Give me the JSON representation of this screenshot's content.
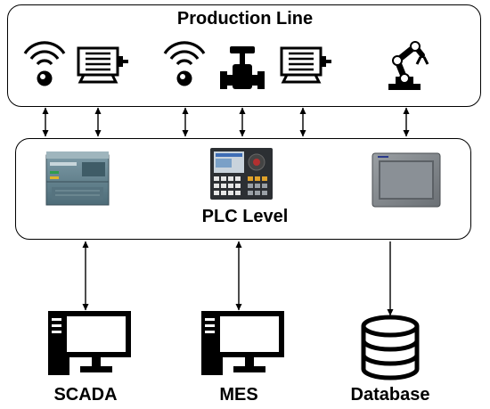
{
  "production_line": {
    "title": "Production Line",
    "icons": [
      "wireless-sensor-icon",
      "motor-icon",
      "wireless-sensor-icon",
      "valve-icon",
      "motor-icon",
      "robot-arm-icon"
    ]
  },
  "plc_level": {
    "title": "PLC Level",
    "icons": [
      "plc-controller-icon",
      "cnc-panel-icon",
      "hmi-touch-panel-icon"
    ]
  },
  "systems": [
    {
      "label": "SCADA",
      "icon": "computer-icon"
    },
    {
      "label": "MES",
      "icon": "computer-icon"
    },
    {
      "label": "Database",
      "icon": "database-icon"
    }
  ]
}
